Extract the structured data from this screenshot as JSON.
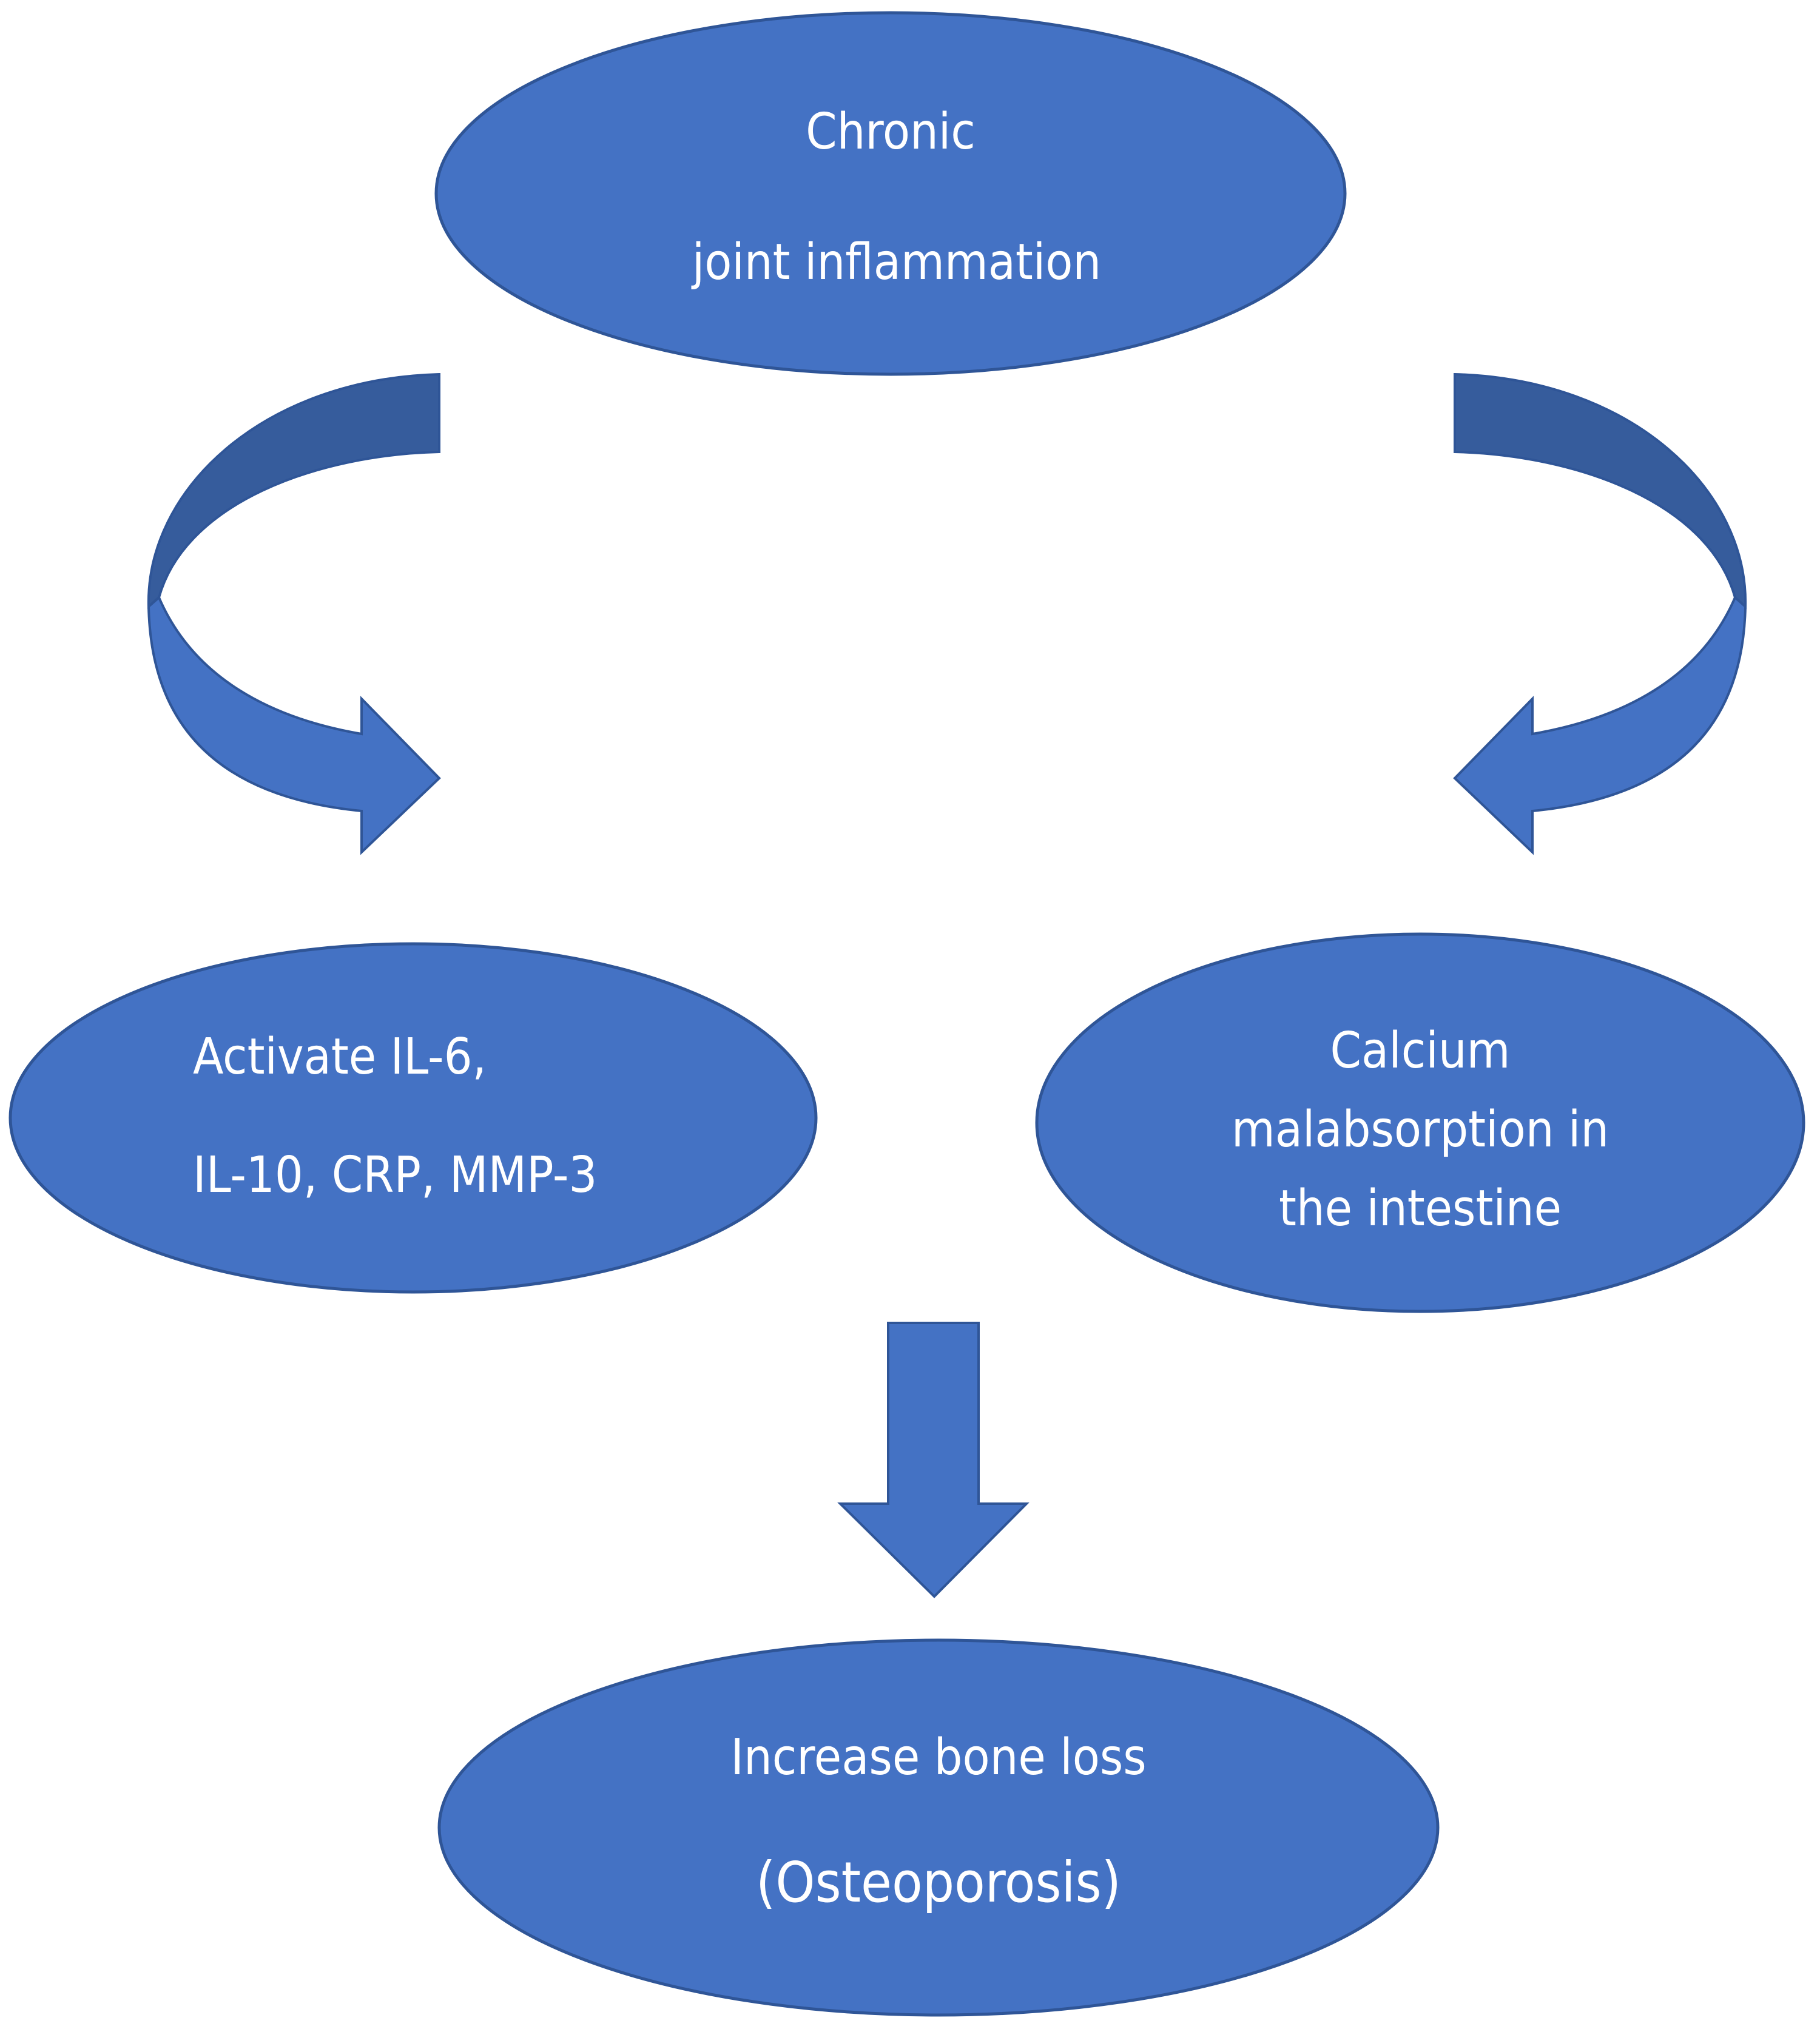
{
  "diagram": {
    "colors": {
      "fill": "#4472C4",
      "stroke": "#2F5597",
      "arrow_back": "#365C9C",
      "text": "#FFFFFF",
      "background": "#FFFFFF"
    },
    "nodes": {
      "top": {
        "lines": [
          "Chronic",
          "joint inflammation"
        ]
      },
      "left": {
        "lines": [
          "Activate IL-6,",
          "IL-10, CRP, MMP-3"
        ]
      },
      "right": {
        "lines": [
          "Calcium",
          "malabsorption in",
          "the intestine"
        ]
      },
      "bottom": {
        "lines": [
          "Increase bone loss",
          "(Osteoporosis)"
        ]
      }
    },
    "edges": [
      {
        "from": "top",
        "to": "left",
        "style": "curved-arrow"
      },
      {
        "from": "top",
        "to": "right",
        "style": "curved-arrow"
      },
      {
        "from": "left+right",
        "to": "bottom",
        "style": "block-down-arrow"
      }
    ]
  }
}
